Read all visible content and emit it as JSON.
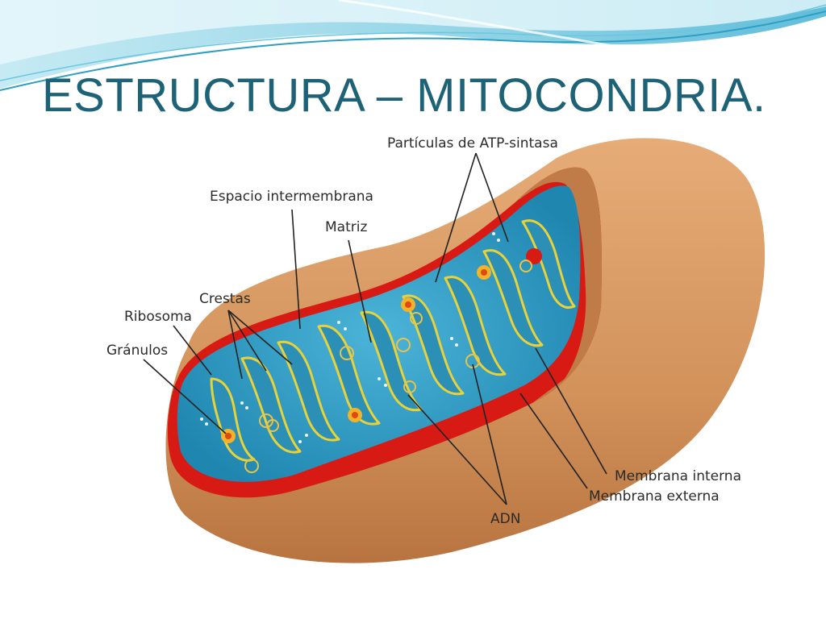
{
  "slide": {
    "title": "ESTRUCTURA – MITOCONDRIA."
  },
  "diagram": {
    "labels": {
      "atp": "Partículas de ATP-sintasa",
      "intermembrane": "Espacio intermembrana",
      "matrix": "Matriz",
      "cristae": "Crestas",
      "ribosome": "Ribosoma",
      "granules": "Gránulos",
      "inner_membrane": "Membrana interna",
      "outer_membrane": "Membrana externa",
      "dna": "ADN"
    }
  },
  "colors": {
    "title": "#1d6276",
    "outer_membrane": "#d2925a",
    "inner_membrane_edge": "#e01010",
    "matrix": "#2e9ec6",
    "cristae_edge": "#e8d23a"
  }
}
